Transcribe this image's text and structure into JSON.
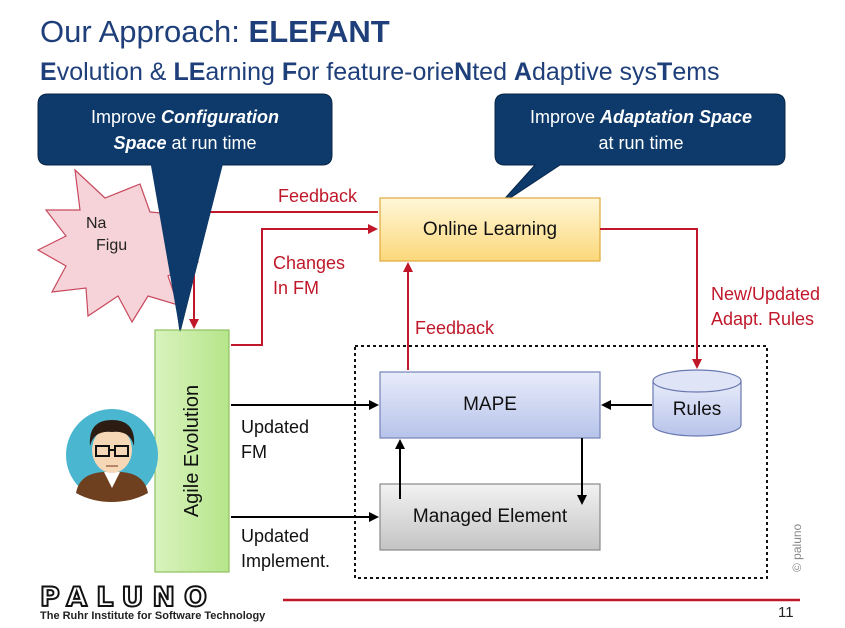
{
  "title": {
    "prefix": "Our Approach: ",
    "name": "ELEFANT"
  },
  "subtitle": [
    {
      "t": "E",
      "b": true
    },
    {
      "t": "volution & ",
      "b": false
    },
    {
      "t": "LE",
      "b": true
    },
    {
      "t": "arning ",
      "b": false
    },
    {
      "t": "F",
      "b": true
    },
    {
      "t": "or feature-orie",
      "b": false
    },
    {
      "t": "N",
      "b": true
    },
    {
      "t": "ted ",
      "b": false
    },
    {
      "t": "A",
      "b": true
    },
    {
      "t": "daptive sys",
      "b": false
    },
    {
      "t": "T",
      "b": true
    },
    {
      "t": "ems",
      "b": false
    }
  ],
  "callouts": {
    "left": {
      "line1_pre": "Improve ",
      "line1_em": "Configuration",
      "line2_em": "Space",
      "line2_post": " at run time"
    },
    "right": {
      "line1_pre": "Improve ",
      "line1_em": "Adaptation Space",
      "line2": "at run time"
    }
  },
  "burst": {
    "line1": "Na",
    "line2": "Figu"
  },
  "nodes": {
    "online_learning": "Online Learning",
    "agile_evolution": "Agile Evolution",
    "mape": "MAPE",
    "managed_element": "Managed Element",
    "rules": "Rules"
  },
  "labels": {
    "feedback_top": "Feedback",
    "changes_fm_1": "Changes",
    "changes_fm_2": "In FM",
    "feedback_mid": "Feedback",
    "new_rules_1": "New/Updated",
    "new_rules_2": "Adapt. Rules",
    "updated_fm_1": "Updated",
    "updated_fm_2": "FM",
    "updated_impl_1": "Updated",
    "updated_impl_2": "Implement."
  },
  "footer": {
    "logo": "PALUNO",
    "institute": "The Ruhr Institute for Software Technology",
    "page_number": "11",
    "copyright": "© paluno"
  },
  "colors": {
    "accent_blue": "#1f3f7a",
    "callout": "#0d3a6b",
    "arrow_red": "#c0182a",
    "footer_red": "#c0182a"
  }
}
